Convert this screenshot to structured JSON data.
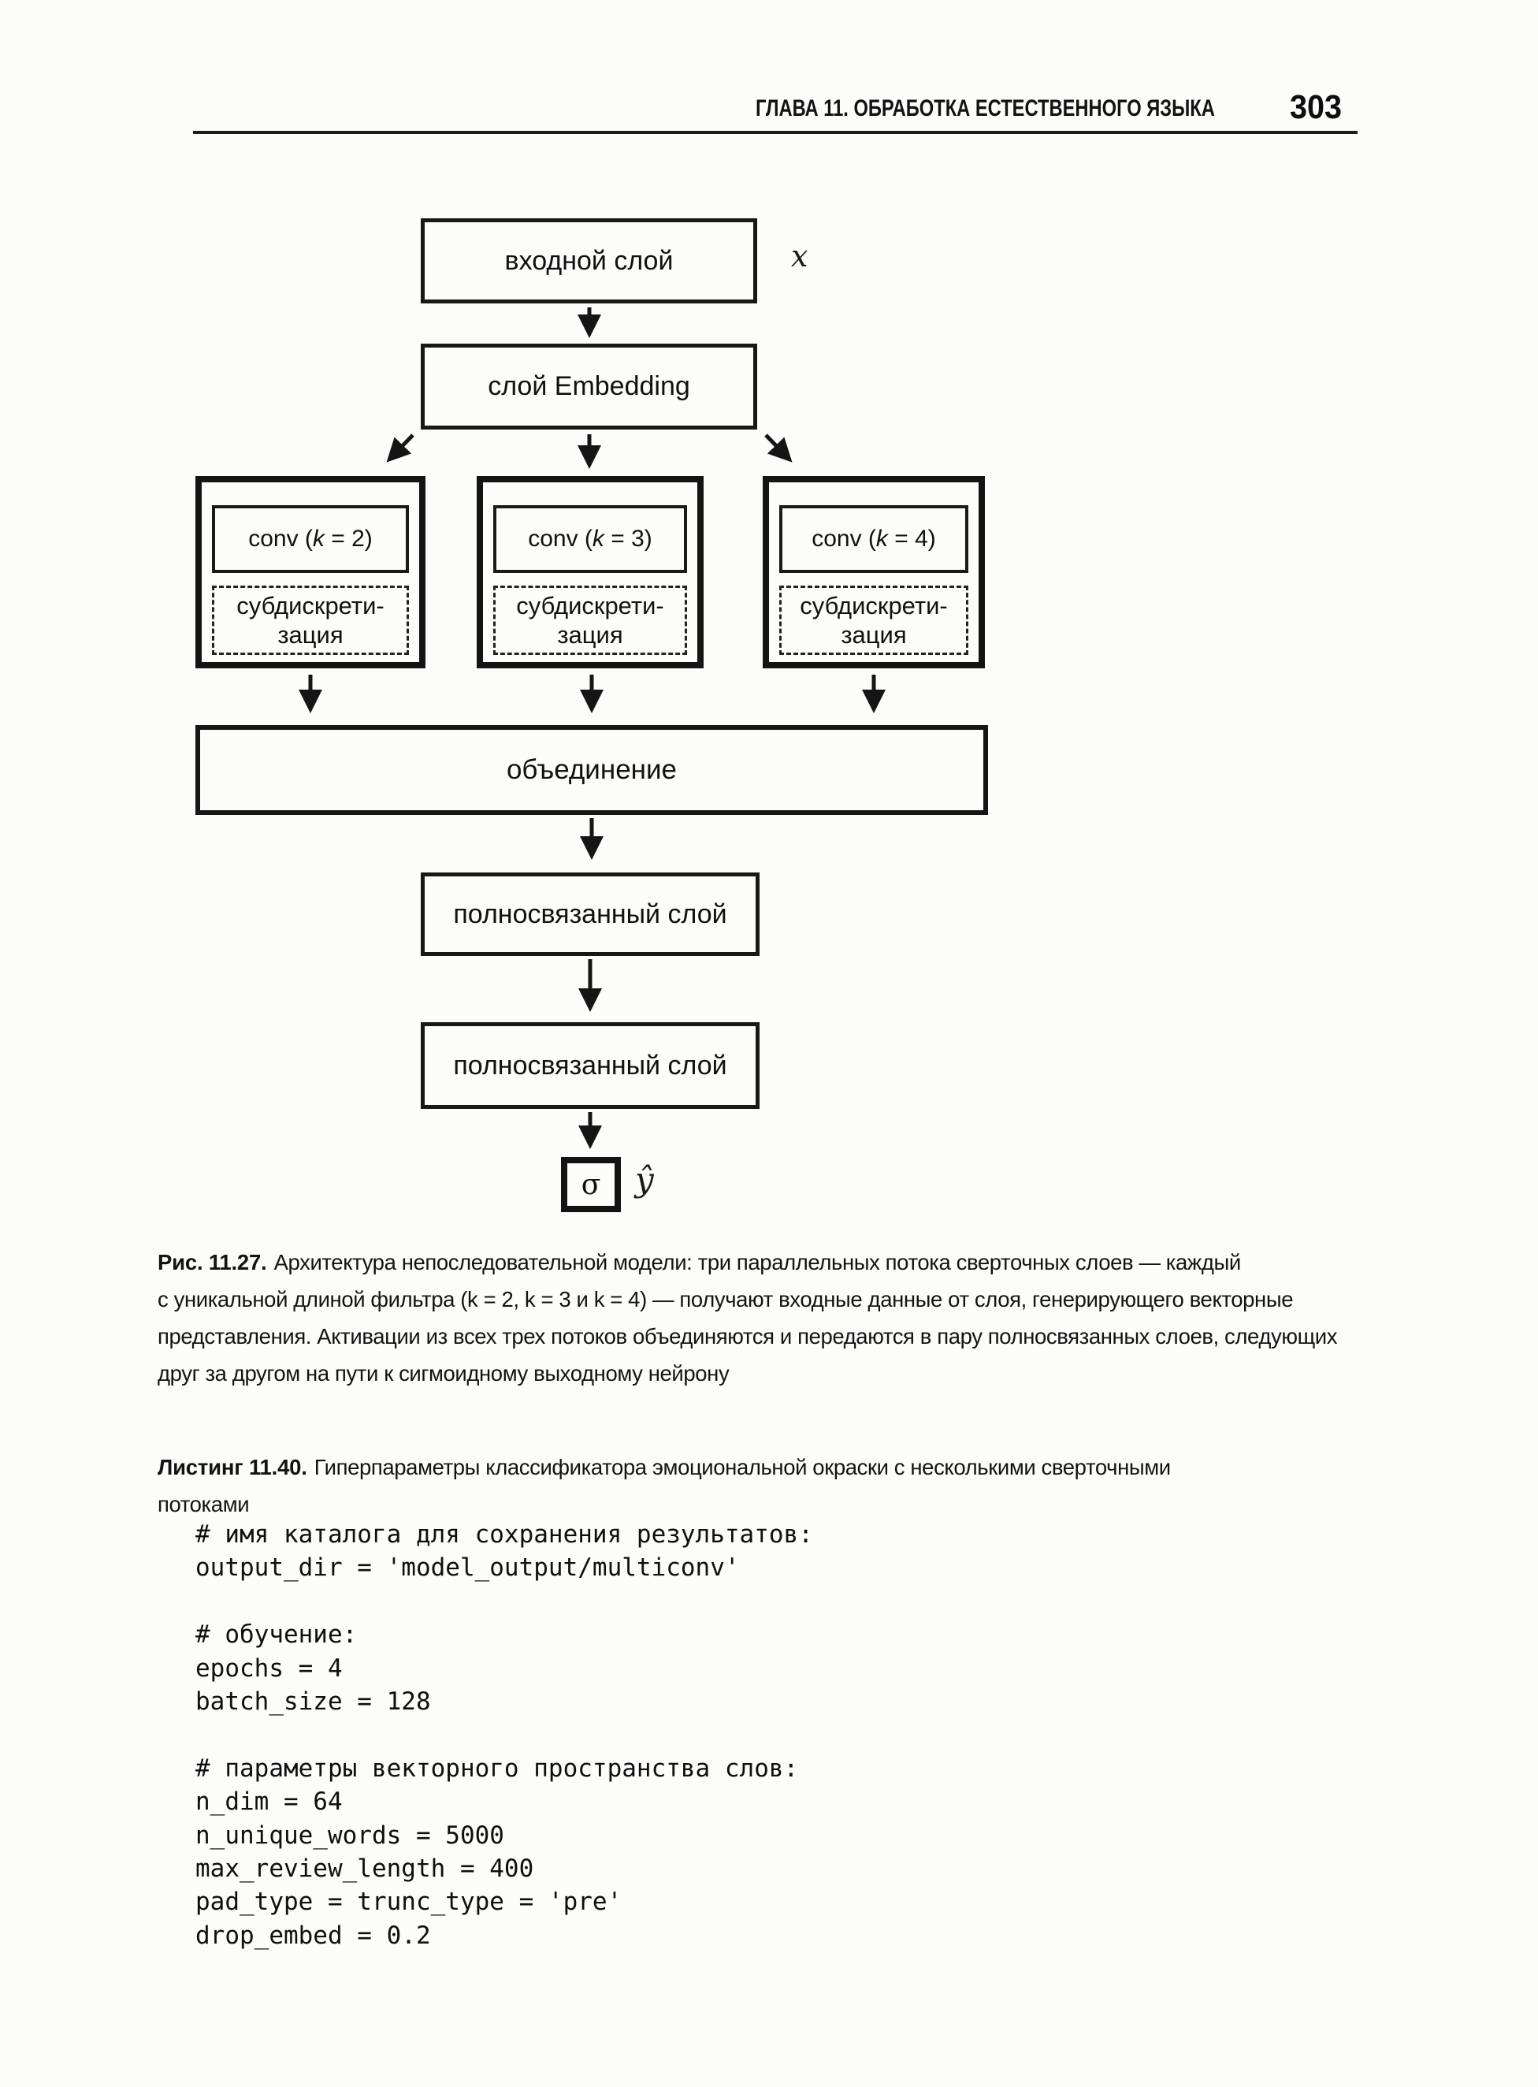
{
  "header": {
    "chapter_title": "ГЛАВА 11. ОБРАБОТКА ЕСТЕСТВЕННОГО ЯЗЫКА",
    "page_number": "303"
  },
  "diagram": {
    "input_box": "входной слой",
    "input_var": "x",
    "embedding_box": "слой Embedding",
    "conv_streams": [
      {
        "conv_pre": "conv (",
        "conv_k": "k",
        "conv_post": " = 2)",
        "pool_line1": "субдискрети-",
        "pool_line2": "зация"
      },
      {
        "conv_pre": "conv (",
        "conv_k": "k",
        "conv_post": " = 3)",
        "pool_line1": "субдискрети-",
        "pool_line2": "зация"
      },
      {
        "conv_pre": "conv (",
        "conv_k": "k",
        "conv_post": " = 4)",
        "pool_line1": "субдискрети-",
        "pool_line2": "зация"
      }
    ],
    "concat_box": "объединение",
    "dense_box_1": "полносвязанный слой",
    "dense_box_2": "полносвязанный слой",
    "sigma_box": "σ",
    "output_var": "ŷ"
  },
  "figure_caption": {
    "label": "Рис. 11.27.",
    "lines": [
      "Архитектура непоследовательной модели: три параллельных потока сверточных слоев — каждый",
      "с уникальной длиной фильтра (k = 2, k = 3 и k = 4) — получают входные данные от слоя, генерирующего векторные",
      "представления. Активации из всех трех потоков объединяются и передаются в пару полносвязанных слоев, следующих",
      "друг за другом на пути к сигмоидному выходному нейрону"
    ]
  },
  "listing_caption": {
    "label": "Листинг 11.40.",
    "lines": [
      "Гиперпараметры классификатора эмоциональной окраски с несколькими сверточными",
      "потоками"
    ]
  },
  "code": {
    "lines": [
      "# имя каталога для сохранения результатов:",
      "output_dir = 'model_output/multiconv'",
      "",
      "# обучение:",
      "epochs = 4",
      "batch_size = 128",
      "",
      "# параметры векторного пространства слов:",
      "n_dim = 64",
      "n_unique_words = 5000",
      "max_review_length = 400",
      "pad_type = trunc_type = 'pre'",
      "drop_embed = 0.2"
    ]
  }
}
